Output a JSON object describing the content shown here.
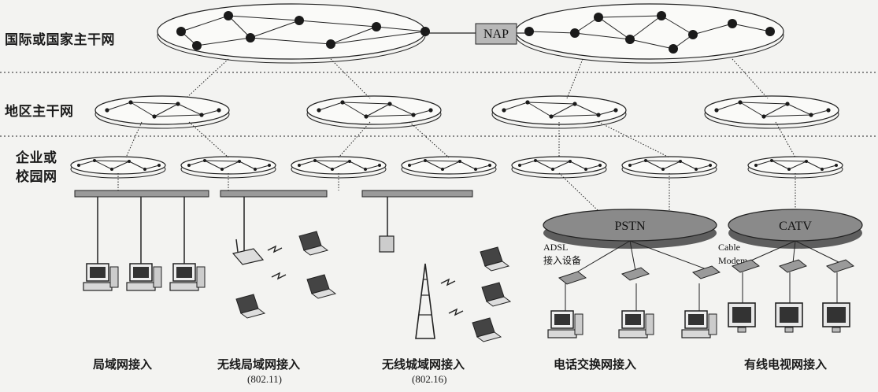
{
  "levels": {
    "backbone": "国际或国家主干网",
    "regional": "地区主干网",
    "campus_line1": "企业或",
    "campus_line2": "校园网"
  },
  "nap_label": "NAP",
  "clouds": {
    "pstn": "PSTN",
    "catv": "CATV"
  },
  "devices": {
    "adsl_line1": "ADSL",
    "adsl_line2": "接入设备",
    "cable_line1": "Cable",
    "cable_line2": "Modem"
  },
  "access_types": [
    {
      "label": "局域网接入",
      "sub": ""
    },
    {
      "label": "无线局域网接入",
      "sub": "(802.11)"
    },
    {
      "label": "无线城域网接入",
      "sub": "(802.16)"
    },
    {
      "label": "电话交换网接入",
      "sub": ""
    },
    {
      "label": "有线电视网接入",
      "sub": ""
    }
  ],
  "colors": {
    "line": "#222222",
    "node": "#1a1a1a",
    "cloud": "#8a8a8a",
    "device": "#9a9a9a"
  }
}
